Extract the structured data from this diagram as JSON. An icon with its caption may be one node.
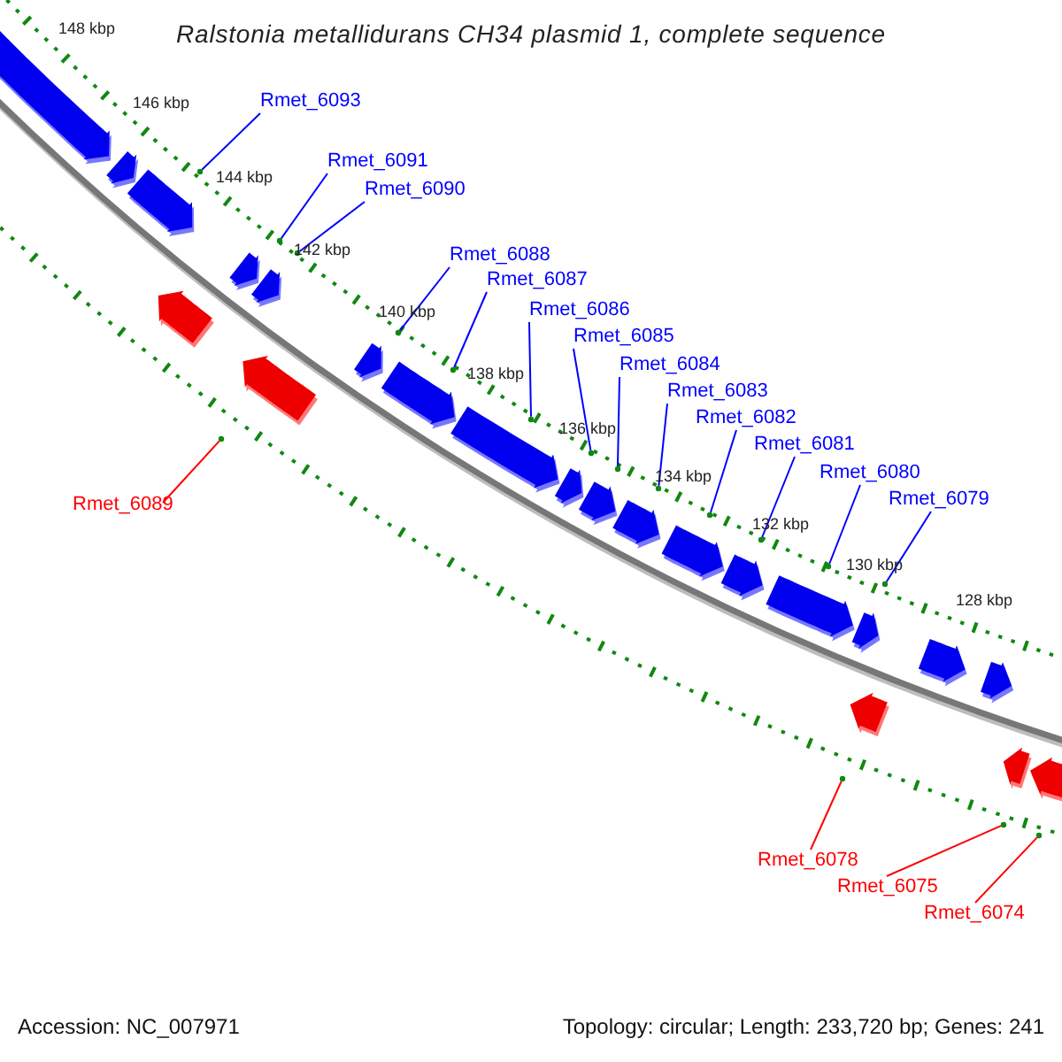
{
  "diagram": {
    "title": "Ralstonia metallidurans CH34 plasmid 1, complete sequence",
    "nodes": [
      {
        "text": [
          "Rmet_6093"
        ]
      },
      {
        "text": [
          "Rmet_6091"
        ]
      },
      {
        "text": [
          "Rmet_6090"
        ]
      },
      {
        "text": [
          "Rmet_6088"
        ]
      },
      {
        "text": [
          "Rmet_6087"
        ]
      },
      {
        "text": [
          "Rmet_6086"
        ]
      },
      {
        "text": [
          "Rmet_6085"
        ]
      },
      {
        "text": [
          "Rmet_6084"
        ]
      },
      {
        "text": [
          "Rmet_6083"
        ]
      },
      {
        "text": [
          "Rmet_6082"
        ]
      },
      {
        "text": [
          "Rmet_6081"
        ]
      },
      {
        "text": [
          "Rmet_6080"
        ]
      },
      {
        "text": [
          "Rmet_6079"
        ]
      },
      {
        "text": [
          "Rmet_6089"
        ]
      },
      {
        "text": [
          "Rmet_6078"
        ]
      },
      {
        "text": [
          "Rmet_6075"
        ]
      },
      {
        "text": [
          "Rmet_6074"
        ]
      },
      {
        "text": [],
        "shape": "circle"
      },
      {
        "text": [],
        "shape": "circle"
      },
      {
        "text": [],
        "shape": "circle"
      },
      {
        "text": [],
        "shape": "circle"
      },
      {
        "text": [],
        "shape": "circle"
      },
      {
        "text": [],
        "shape": "circle"
      },
      {
        "text": [],
        "shape": "circle"
      },
      {
        "text": [],
        "shape": "circle"
      },
      {
        "text": [],
        "shape": "circle"
      },
      {
        "text": [],
        "shape": "circle"
      },
      {
        "text": [],
        "shape": "circle"
      },
      {
        "text": [],
        "shape": "circle"
      },
      {
        "text": [],
        "shape": "circle"
      },
      {
        "text": [],
        "shape": "circle"
      },
      {
        "text": [],
        "shape": "circle"
      },
      {
        "text": [],
        "shape": "circle"
      },
      {
        "text": [],
        "shape": "circle"
      }
    ],
    "edges": [
      {
        "from": 0,
        "to": 17,
        "arrow": "none"
      },
      {
        "from": 1,
        "to": 18,
        "arrow": "none"
      },
      {
        "from": 2,
        "to": 19,
        "arrow": "none"
      },
      {
        "from": 3,
        "to": 20,
        "arrow": "none"
      },
      {
        "from": 4,
        "to": 21,
        "arrow": "none"
      },
      {
        "from": 5,
        "to": 22,
        "arrow": "none"
      },
      {
        "from": 6,
        "to": 23,
        "arrow": "none"
      },
      {
        "from": 7,
        "to": 24,
        "arrow": "none"
      },
      {
        "from": 8,
        "to": 25,
        "arrow": "none"
      },
      {
        "from": 9,
        "to": 26,
        "arrow": "none"
      },
      {
        "from": 10,
        "to": 27,
        "arrow": "none"
      },
      {
        "from": 11,
        "to": 28,
        "arrow": "none"
      },
      {
        "from": 12,
        "to": 29,
        "arrow": "none"
      },
      {
        "from": 13,
        "to": 30,
        "arrow": "none",
        "color": "#ff0000"
      },
      {
        "from": 14,
        "to": 31,
        "arrow": "none",
        "color": "#ff0000"
      },
      {
        "from": 15,
        "to": 32,
        "arrow": "none",
        "color": "#ff0000"
      },
      {
        "from": 16,
        "to": 33,
        "arrow": "none",
        "color": "#ff0000"
      }
    ],
    "labels": [
      "148 kbp",
      "146 kbp",
      "144 kbp",
      "142 kbp",
      "140 kbp",
      "138 kbp",
      "136 kbp",
      "134 kbp",
      "132 kbp",
      "130 kbp",
      "128 kbp",
      "Accession: NC_007971",
      "Topology: circular; Length: 233,720 bp; Genes: 241"
    ]
  }
}
